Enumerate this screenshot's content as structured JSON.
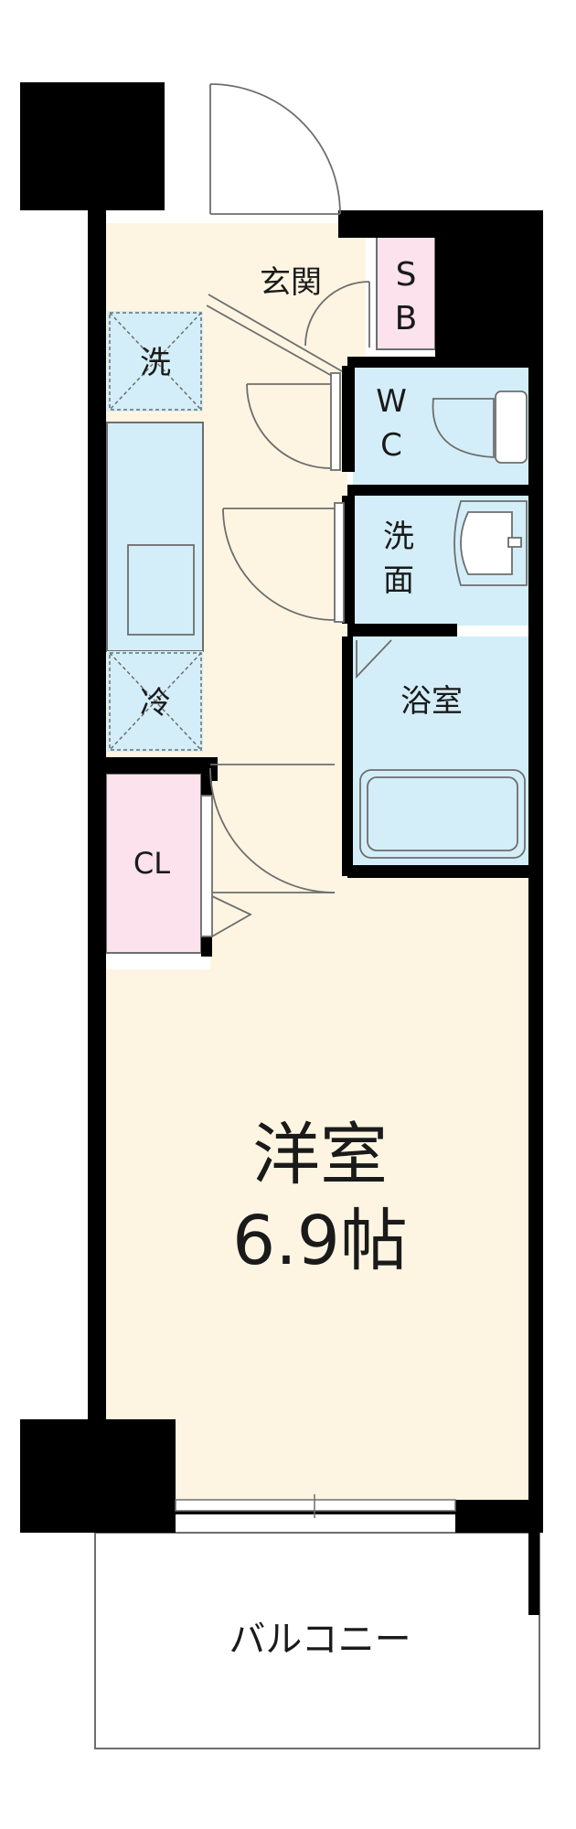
{
  "colors": {
    "wall": "#000000",
    "floor_wood": "#fdf5e2",
    "wet_area": "#d3eef8",
    "closet": "#fbe2ec",
    "outline": "#6e6e6e",
    "background": "#ffffff"
  },
  "rooms": {
    "entrance": "玄関",
    "shoe_box": {
      "line1": "S",
      "line2": "B"
    },
    "washing_machine": "洗",
    "toilet": {
      "line1": "W",
      "line2": "C"
    },
    "washroom": {
      "line1": "洗",
      "line2": "面"
    },
    "fridge": "冷",
    "bathroom": "浴室",
    "closet": "CL",
    "main_room": {
      "line1": "洋室",
      "line2": "6.9帖"
    },
    "balcony": "バルコニー"
  }
}
